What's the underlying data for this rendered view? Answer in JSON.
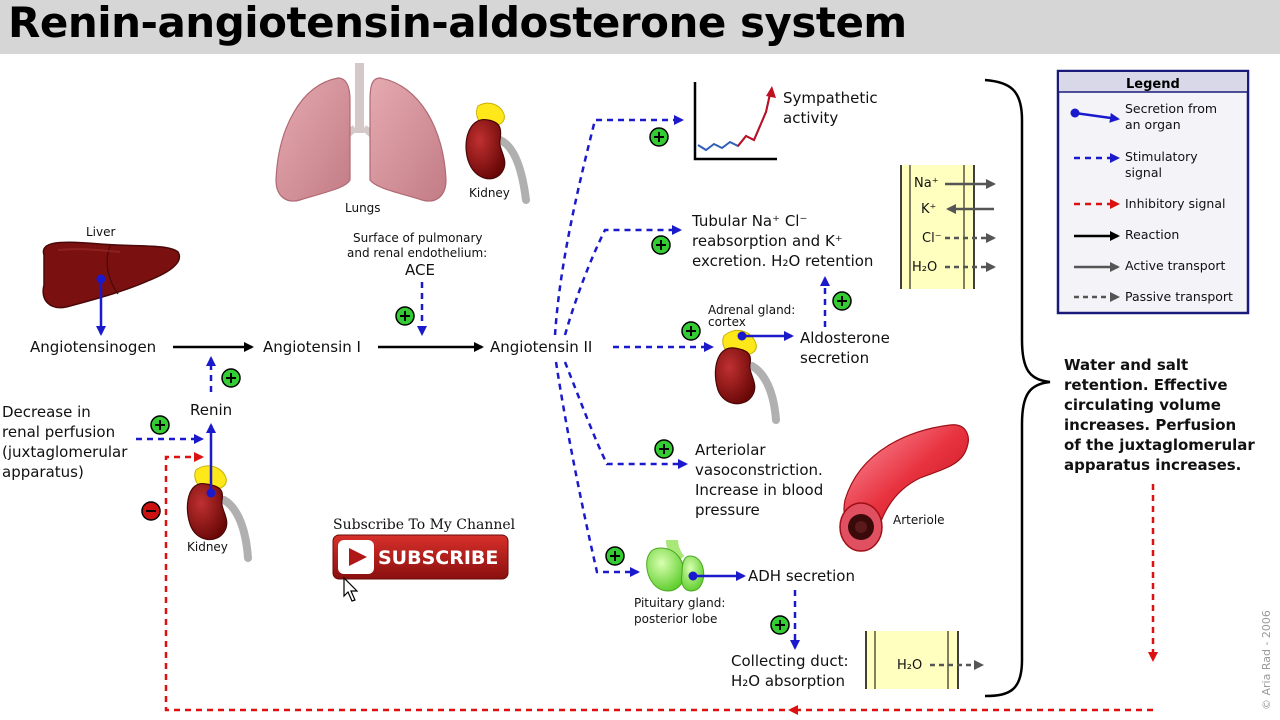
{
  "title": "Renin-angiotensin-aldosterone system",
  "labels": {
    "liver": "Liver",
    "lungs": "Lungs",
    "kidney_top": "Kidney",
    "kidney_bottom": "Kidney",
    "surface1": "Surface of pulmonary",
    "surface2": "and renal endothelium:",
    "ace": "ACE",
    "angiotensinogen": "Angiotensinogen",
    "angiotensin1": "Angiotensin I",
    "angiotensin2": "Angiotensin II",
    "renin": "Renin",
    "decrease1": "Decrease in",
    "decrease2": "renal perfusion",
    "decrease3": "(juxtaglomerular",
    "decrease4": "apparatus)",
    "sympathetic1": "Sympathetic",
    "sympathetic2": "activity",
    "tubular1": "Tubular Na⁺ Cl⁻",
    "tubular2": "reabsorption and K⁺",
    "tubular3": "excretion. H₂O retention",
    "adrenal1": "Adrenal gland:",
    "adrenal2": "cortex",
    "aldosterone1": "Aldosterone",
    "aldosterone2": "secretion",
    "arteriolar1": "Arteriolar",
    "arteriolar2": "vasoconstriction.",
    "arteriolar3": "Increase in blood",
    "arteriolar4": "pressure",
    "arteriole": "Arteriole",
    "adh": "ADH secretion",
    "pituitary1": "Pituitary gland:",
    "pituitary2": "posterior lobe",
    "collecting1": "Collecting duct:",
    "collecting2": "H₂O absorption",
    "water1": "Water and salt",
    "water2": "retention. Effective",
    "water3": "circulating volume",
    "water4": "increases. Perfusion",
    "water5": "of the juxtaglomerular",
    "water6": "apparatus increases.",
    "ion_na": "Na⁺",
    "ion_k": "K⁺",
    "ion_cl": "Cl⁻",
    "ion_h2o": "H₂O",
    "ion_h2o_duct": "H₂O",
    "subscribe_caption": "Subscribe To My Channel",
    "subscribe_button": "SUBSCRIBE",
    "copyright": "© Aria Rad - 2006"
  },
  "legend": {
    "title": "Legend",
    "items": [
      {
        "line1": "Secretion from",
        "line2": "an organ"
      },
      {
        "line1": "Stimulatory",
        "line2": "signal"
      },
      {
        "line1": "Inhibitory signal",
        "line2": ""
      },
      {
        "line1": "Reaction",
        "line2": ""
      },
      {
        "line1": "Active transport",
        "line2": ""
      },
      {
        "line1": "Passive transport",
        "line2": ""
      }
    ]
  },
  "colors": {
    "stimulatory": "#1a1acc",
    "inhibitory": "#dd1111",
    "plus_fill": "#33cc33",
    "minus_fill": "#cc1111",
    "kidney": "#8b1010",
    "adrenal": "#ffe81a",
    "lungs": "#d8969e",
    "liver": "#7a1010",
    "membrane": "#ffffc0",
    "title_bar": "#d6d6d6",
    "subscribe_red": "#b01818"
  },
  "icons": [
    "plus-icon",
    "minus-icon",
    "kidney-icon",
    "liver-icon",
    "lungs-icon",
    "adrenal-icon",
    "pituitary-icon",
    "arteriole-icon",
    "graph-icon",
    "cursor-icon",
    "play-icon"
  ]
}
